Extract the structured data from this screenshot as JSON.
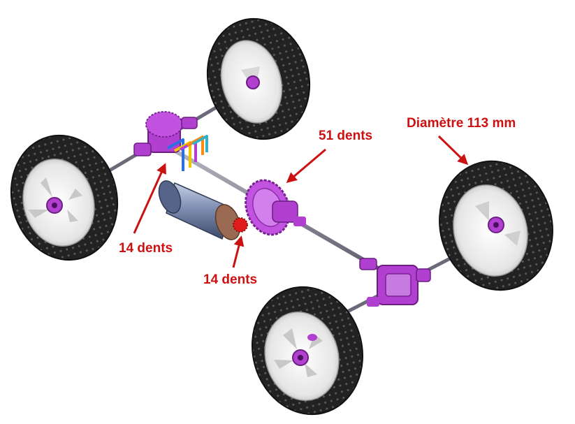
{
  "labels": {
    "diameter": "Diamètre 113 mm",
    "gear_large": "51 dents",
    "pinion_left": "14 dents",
    "pinion_motor": "14 dents"
  },
  "colors": {
    "label": "#cc1111",
    "arrow": "#cc1111",
    "tire": "#232323",
    "rim": "#f2f2f2",
    "accent": "#b13fd0",
    "motor": "#6c7fa6"
  }
}
